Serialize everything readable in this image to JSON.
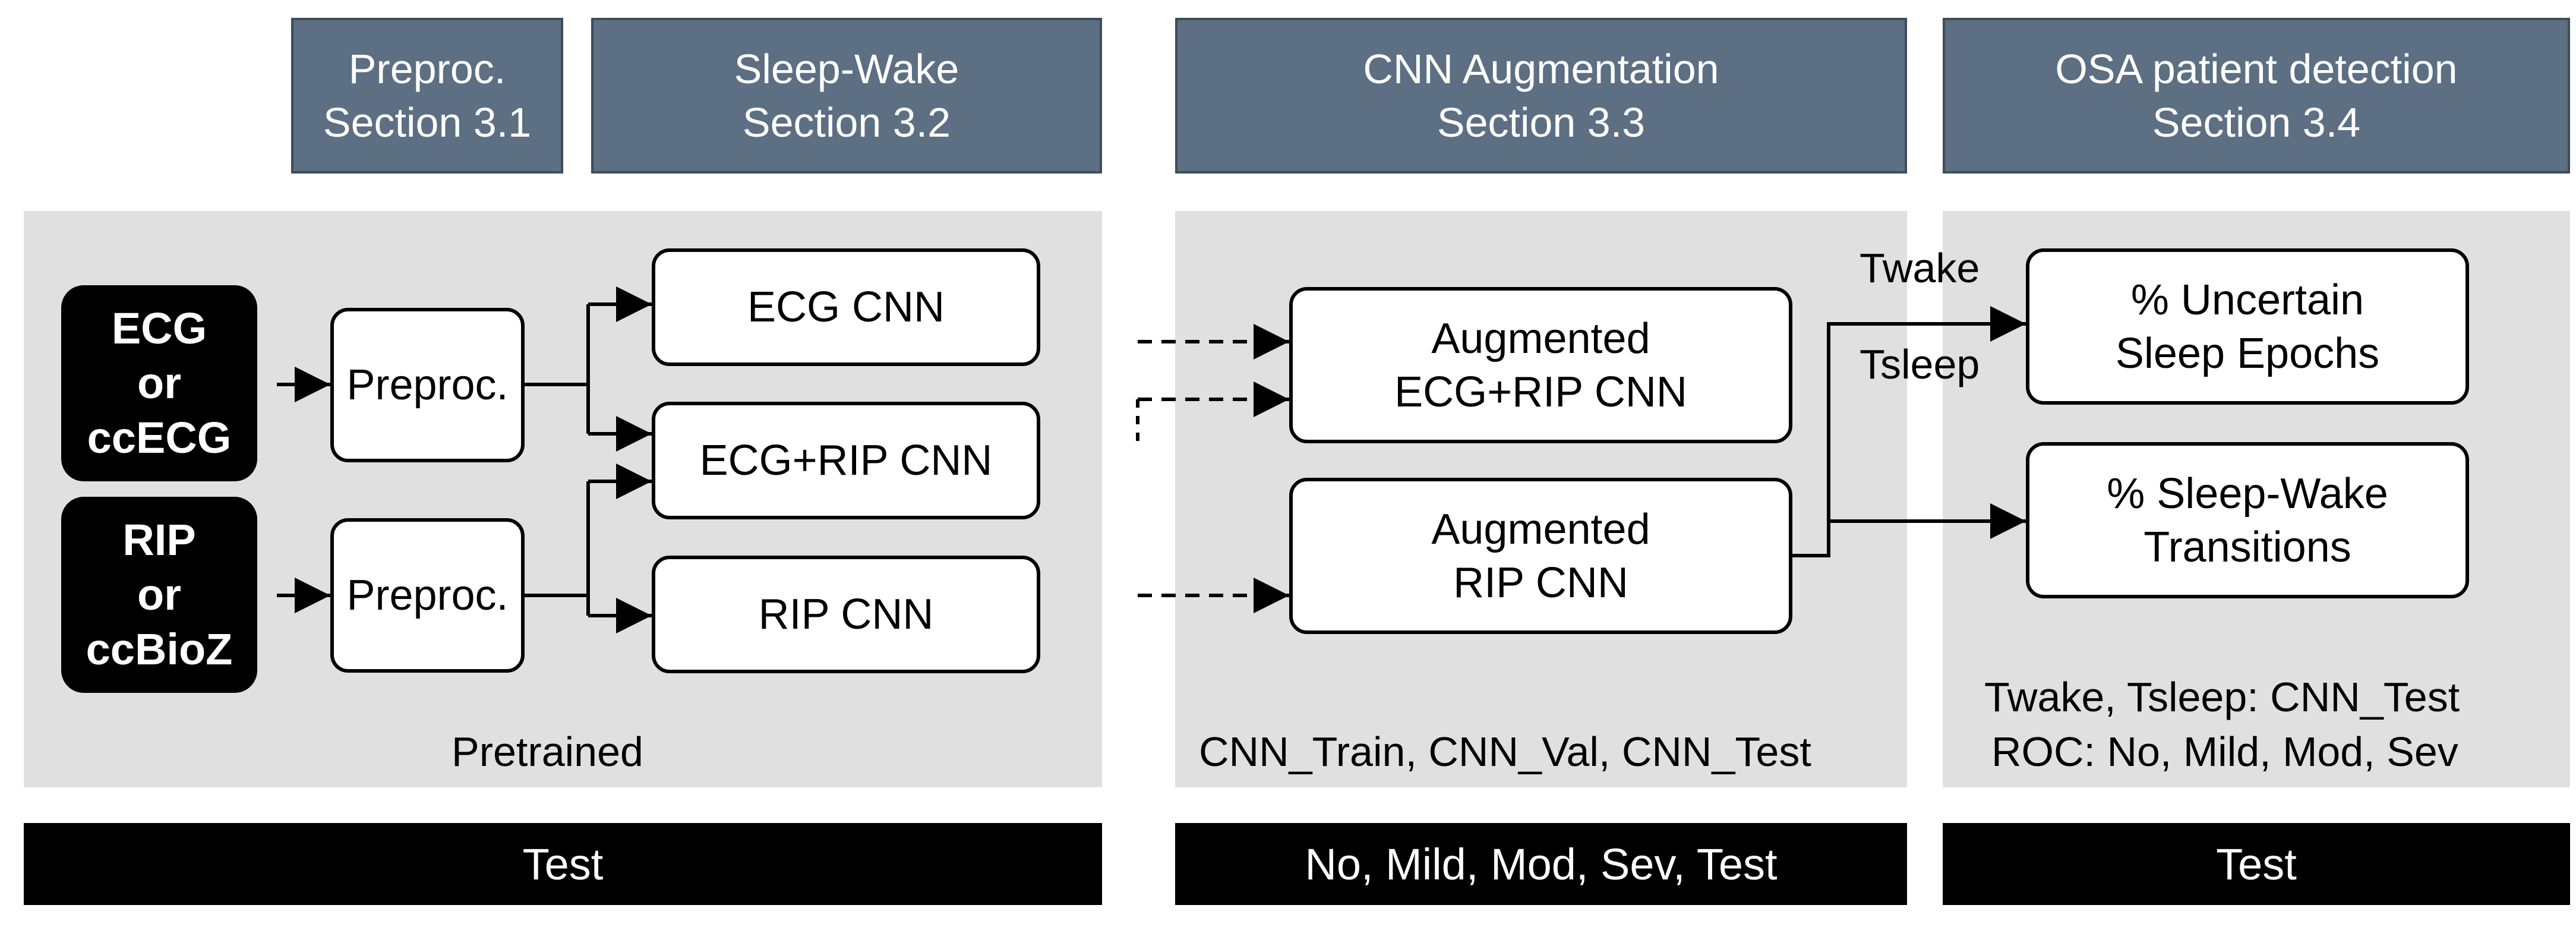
{
  "headers": {
    "preproc": {
      "line1": "Preproc.",
      "line2": "Section 3.1"
    },
    "sleep_wake": {
      "line1": "Sleep-Wake",
      "line2": "Section 3.2"
    },
    "cnn_aug": {
      "line1": "CNN Augmentation",
      "line2": "Section 3.3"
    },
    "osa": {
      "line1": "OSA patient detection",
      "line2": "Section 3.4"
    }
  },
  "inputs": {
    "ecg": {
      "line1": "ECG",
      "line2": "or",
      "line3": "ccECG"
    },
    "rip": {
      "line1": "RIP",
      "line2": "or",
      "line3": "ccBioZ"
    }
  },
  "preproc_boxes": {
    "top": "Preproc.",
    "bottom": "Preproc."
  },
  "cnn_boxes": {
    "ecg": "ECG CNN",
    "ecg_rip": "ECG+RIP CNN",
    "rip": "RIP CNN"
  },
  "augmented": {
    "ecg_rip": {
      "line1": "Augmented",
      "line2": "ECG+RIP CNN"
    },
    "rip": {
      "line1": "Augmented",
      "line2": "RIP CNN"
    }
  },
  "thresholds": {
    "twake": "Twake",
    "tsleep": "Tsleep"
  },
  "metrics": {
    "uncertain": {
      "line1": "% Uncertain",
      "line2": "Sleep Epochs"
    },
    "transitions": {
      "line1": "% Sleep-Wake",
      "line2": "Transitions"
    }
  },
  "panel_notes": {
    "pretrained": "Pretrained",
    "cnn_sets": "CNN_Train, CNN_Val, CNN_Test",
    "osa_line1": "Twake, Tsleep: CNN_Test",
    "osa_line2": "ROC: No, Mild, Mod, Sev"
  },
  "footers": {
    "left": "Test",
    "middle": "No, Mild, Mod, Sev, Test",
    "right": "Test"
  }
}
